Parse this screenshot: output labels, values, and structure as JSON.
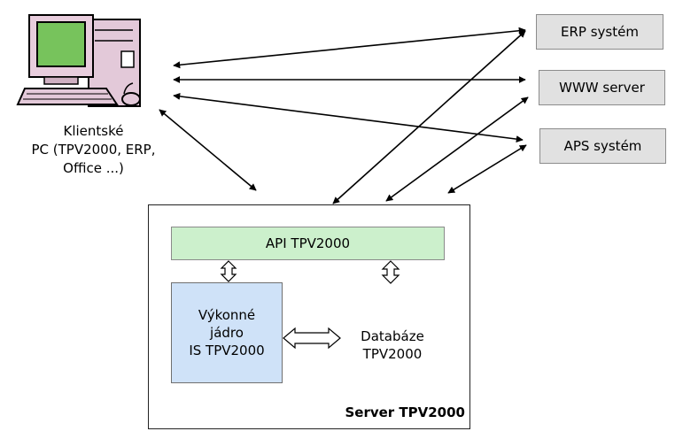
{
  "client": {
    "label_lines": [
      "Klientské",
      "PC (TPV2000, ERP,",
      "Office ...)"
    ]
  },
  "external_systems": [
    {
      "label": "ERP systém"
    },
    {
      "label": "WWW server"
    },
    {
      "label": "APS systém"
    }
  ],
  "server": {
    "label": "Server TPV2000",
    "api_label": "API TPV2000",
    "core_lines": [
      "Výkonné",
      "jádro",
      "IS TPV2000"
    ],
    "db_lines": [
      "Databáze",
      "TPV2000"
    ]
  },
  "colors": {
    "external_box": "#e1e1e1",
    "api_box": "#ccf0cc",
    "core_box": "#cfe2f8",
    "database": "#fdfcc4"
  }
}
